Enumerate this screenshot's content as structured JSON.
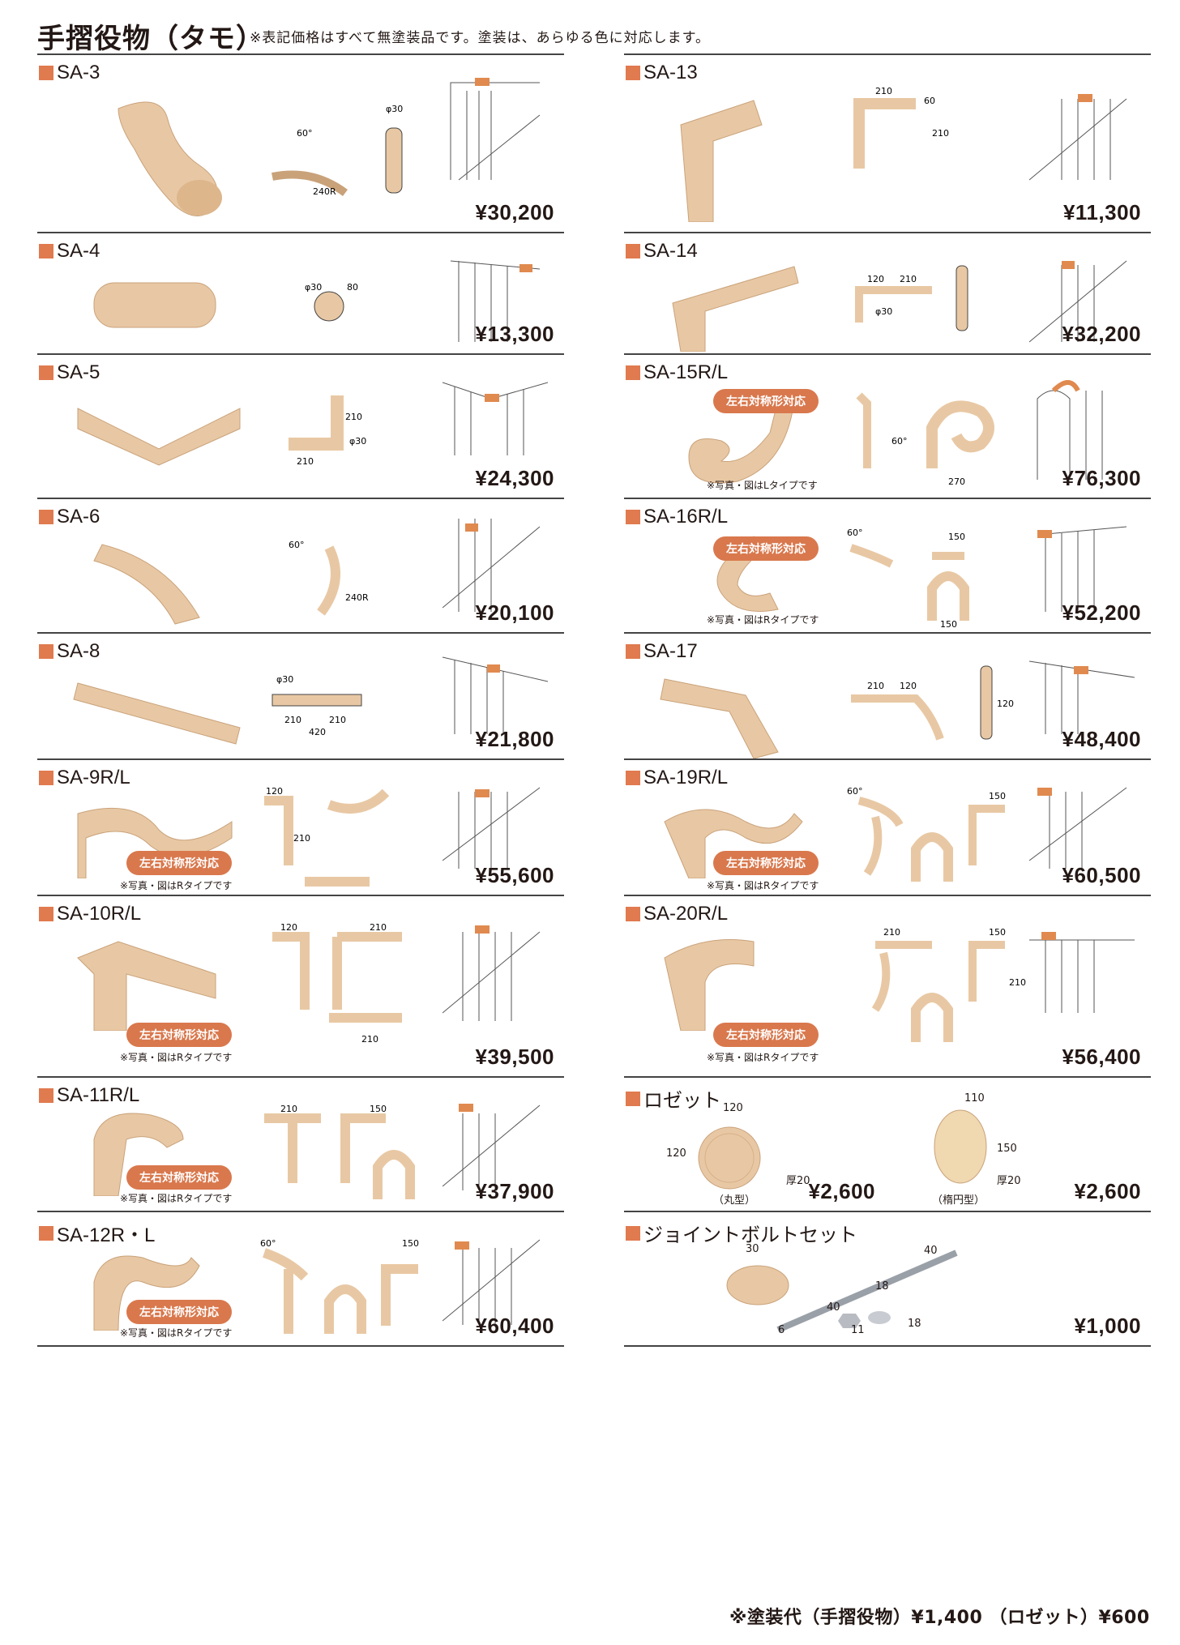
{
  "header": {
    "title": "手摺役物（タモ）",
    "note": "※表記価格はすべて無塗装品です。塗装は、あらゆる色に対応します。"
  },
  "left_items": [
    {
      "code": "SA-3",
      "price": "¥30,200"
    },
    {
      "code": "SA-4",
      "price": "¥13,300"
    },
    {
      "code": "SA-5",
      "price": "¥24,300"
    },
    {
      "code": "SA-6",
      "price": "¥20,100"
    },
    {
      "code": "SA-8",
      "price": "¥21,800"
    },
    {
      "code": "SA-9R/L",
      "price": "¥55,600",
      "badge": "左右対称形対応",
      "caption": "※写真・図はRタイプです"
    },
    {
      "code": "SA-10R/L",
      "price": "¥39,500",
      "badge": "左右対称形対応",
      "caption": "※写真・図はRタイプです"
    },
    {
      "code": "SA-11R/L",
      "price": "¥37,900",
      "badge": "左右対称形対応",
      "caption": "※写真・図はRタイプです"
    },
    {
      "code": "SA-12R・L",
      "price": "¥60,400",
      "badge": "左右対称形対応",
      "caption": "※写真・図はRタイプです"
    }
  ],
  "right_items": [
    {
      "code": "SA-13",
      "price": "¥11,300"
    },
    {
      "code": "SA-14",
      "price": "¥32,200"
    },
    {
      "code": "SA-15R/L",
      "price": "¥76,300",
      "badge": "左右対称形対応",
      "caption": "※写真・図はLタイプです"
    },
    {
      "code": "SA-16R/L",
      "price": "¥52,200",
      "badge": "左右対称形対応",
      "caption": "※写真・図はRタイプです"
    },
    {
      "code": "SA-17",
      "price": "¥48,400"
    },
    {
      "code": "SA-19R/L",
      "price": "¥60,500",
      "badge": "左右対称形対応",
      "caption": "※写真・図はRタイプです"
    },
    {
      "code": "SA-20R/L",
      "price": "¥56,400",
      "badge": "左右対称形対応",
      "caption": "※写真・図はRタイプです"
    }
  ],
  "rosette": {
    "code": "ロゼット",
    "round": {
      "label": "（丸型）",
      "price": "¥2,600",
      "width": "120",
      "height": "120",
      "thick": "厚20"
    },
    "oval": {
      "label": "（楕円型）",
      "price": "¥2,600",
      "width": "110",
      "height": "150",
      "thick": "厚20"
    }
  },
  "bolt": {
    "code": "ジョイントボルトセット",
    "price": "¥1,000",
    "dims": {
      "cap": "30",
      "a": "40",
      "b": "18",
      "c": "40",
      "d": "6",
      "e": "11",
      "f": "18"
    }
  },
  "footer": "※塗装代（手摺役物）¥1,400 （ロゼット）¥600",
  "colors": {
    "accent": "#e07a4f",
    "wood": "#e8c8a4",
    "wood_dark": "#c9a27a",
    "badge": "#d9784d"
  }
}
